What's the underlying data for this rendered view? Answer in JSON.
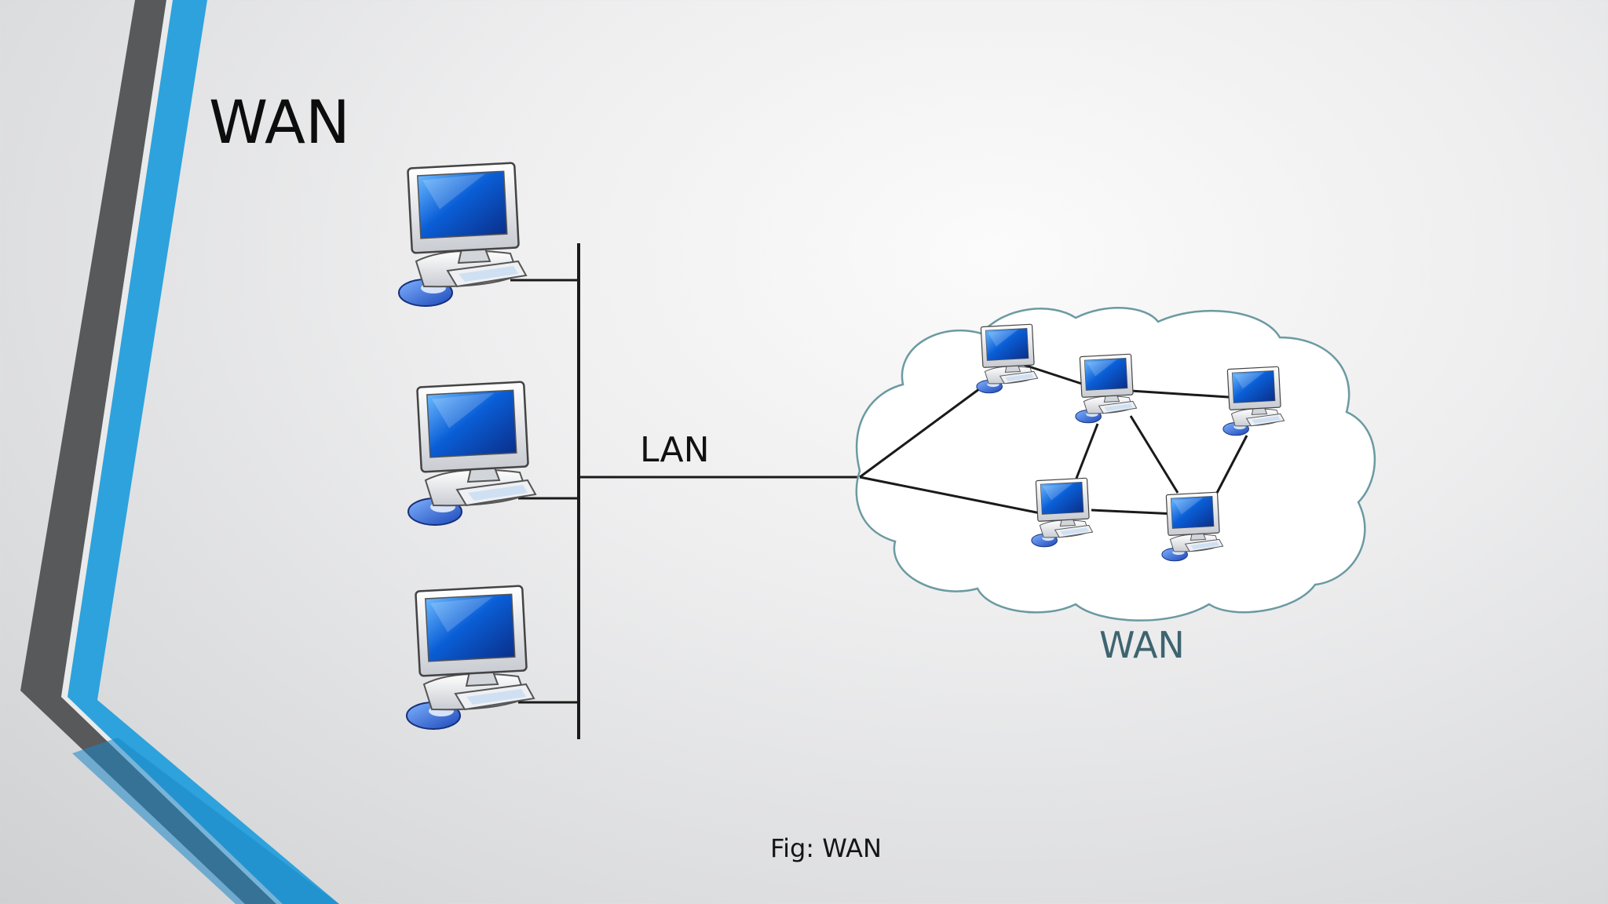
{
  "slide": {
    "title": "WAN",
    "caption": "Fig: WAN"
  },
  "diagram": {
    "lan_label": "LAN",
    "wan_label": "WAN",
    "lan_nodes": [
      {
        "id": "lan-pc-1",
        "icon": "desktop-computer-icon"
      },
      {
        "id": "lan-pc-2",
        "icon": "desktop-computer-icon"
      },
      {
        "id": "lan-pc-3",
        "icon": "desktop-computer-icon"
      }
    ],
    "wan_nodes": [
      {
        "id": "wan-pc-a",
        "icon": "desktop-computer-icon"
      },
      {
        "id": "wan-pc-b",
        "icon": "desktop-computer-icon"
      },
      {
        "id": "wan-pc-c",
        "icon": "desktop-computer-icon"
      },
      {
        "id": "wan-pc-d",
        "icon": "desktop-computer-icon"
      },
      {
        "id": "wan-pc-e",
        "icon": "desktop-computer-icon"
      }
    ],
    "wan_links": [
      [
        "gateway",
        "wan-pc-a"
      ],
      [
        "gateway",
        "wan-pc-d"
      ],
      [
        "wan-pc-a",
        "wan-pc-b"
      ],
      [
        "wan-pc-b",
        "wan-pc-c"
      ],
      [
        "wan-pc-b",
        "wan-pc-d"
      ],
      [
        "wan-pc-b",
        "wan-pc-e"
      ],
      [
        "wan-pc-c",
        "wan-pc-e"
      ],
      [
        "wan-pc-d",
        "wan-pc-e"
      ]
    ]
  },
  "colors": {
    "accent_blue": "#2e9fd9",
    "accent_dark_gray": "#58595b",
    "cloud_outline": "#6b9aa1",
    "wan_label": "#3e6470"
  }
}
